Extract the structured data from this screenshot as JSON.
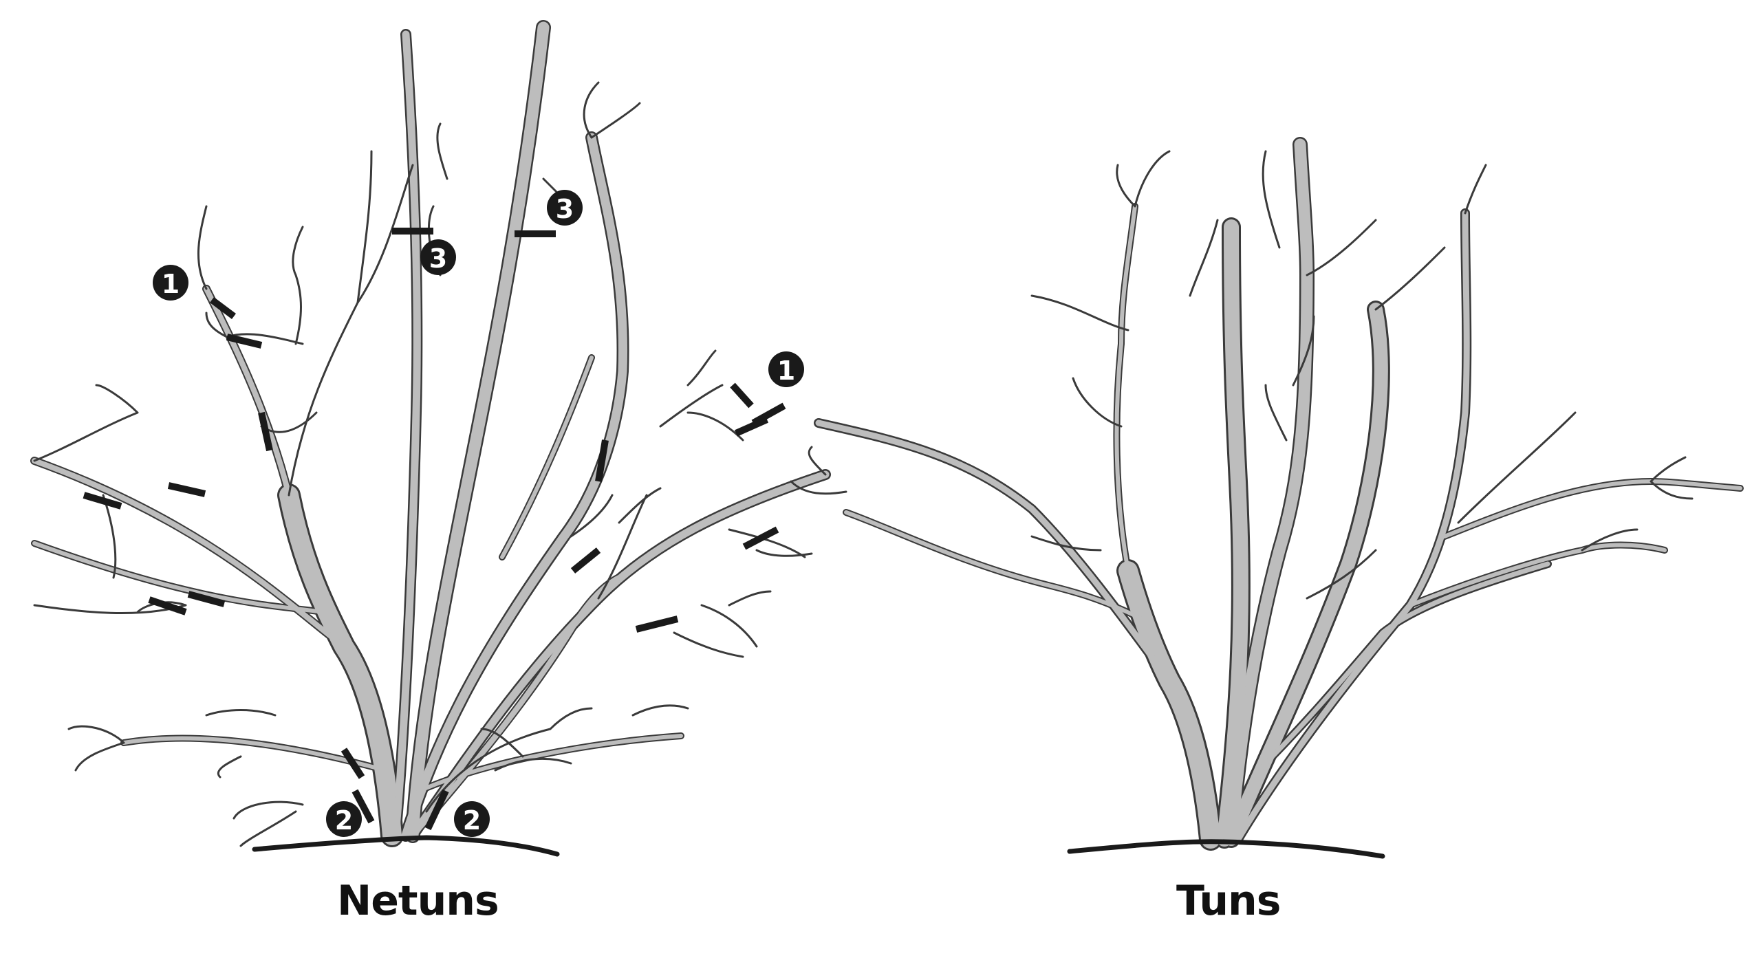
{
  "labels": {
    "left": "Netuns",
    "right": "Tuns"
  },
  "markers": {
    "one": "1",
    "two": "2",
    "three": "3"
  },
  "colors": {
    "branch_fill": "#bdbdbd",
    "branch_outline": "#3a3a3a",
    "cut_mark": "#1a1a1a",
    "ground": "#1a1a1a",
    "marker_bg": "#1a1a1a",
    "marker_text": "#ffffff"
  }
}
